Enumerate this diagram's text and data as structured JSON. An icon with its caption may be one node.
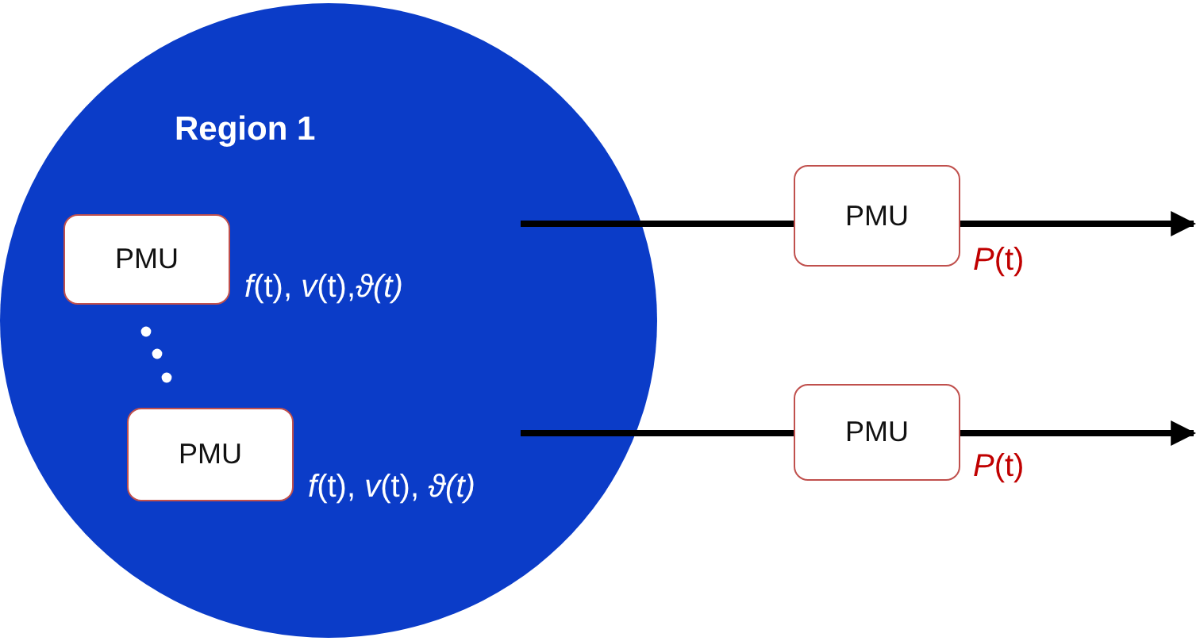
{
  "diagram": {
    "nodes": [
      {
        "text": [
          "Region 1"
        ]
      },
      {
        "text": [
          "PMU"
        ],
        "in": 0,
        "beside": [
          "*f*(t), *v*(t),*ϑ(t)*"
        ]
      },
      {
        "text": [
          "PMU"
        ],
        "in": 0,
        "beside": [
          "*f*(t), *v*(t), *ϑ(t)*"
        ]
      },
      {
        "text": [
          "PMU"
        ],
        "beside": [
          "*P*(t)"
        ]
      },
      {
        "text": [
          "PMU"
        ],
        "beside": [
          "*P*(t)"
        ]
      }
    ],
    "edges": [
      {
        "from": null,
        "to": 3,
        "arrow": "none"
      },
      {
        "from": 3,
        "to": null,
        "arrow": "to"
      },
      {
        "from": null,
        "to": 4,
        "arrow": "none"
      },
      {
        "from": 4,
        "to": null,
        "arrow": "to"
      }
    ]
  }
}
